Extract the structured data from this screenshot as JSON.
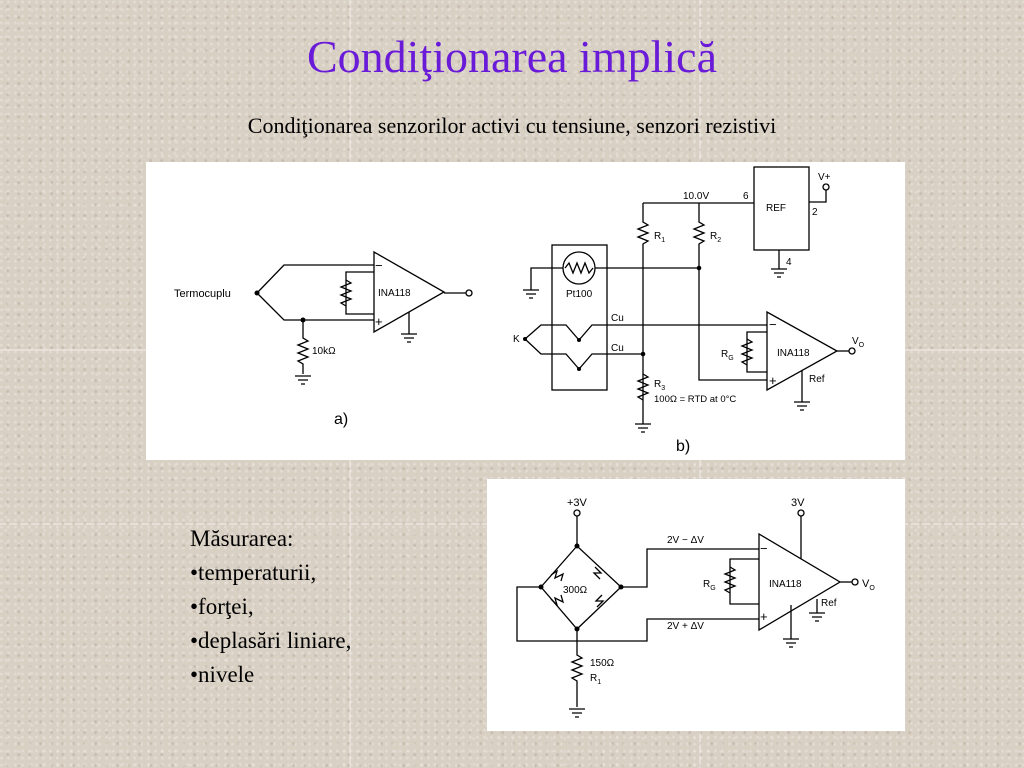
{
  "slide": {
    "title": "Condiţionarea implică",
    "subtitle": "Condiţionarea senzorilor activi cu tensiune, senzori rezistivi"
  },
  "diagram_a": {
    "input_label": "Termocuplu",
    "amp_label": "INA118",
    "resistor_label": "10kΩ",
    "caption": "a)",
    "minus": "−",
    "plus": "+"
  },
  "diagram_b": {
    "voltage_label": "10.0V",
    "ref_label": "REF",
    "pin6": "6",
    "pin2": "2",
    "pin4": "4",
    "vplus": "V+",
    "r1": "R",
    "r1_sub": "1",
    "r2": "R",
    "r2_sub": "2",
    "r3": "R",
    "r3_sub": "3",
    "pt_label": "Pt100",
    "cu1": "Cu",
    "cu2": "Cu",
    "k_label": "K",
    "rtd_label": "100Ω = RTD at 0°C",
    "rg": "R",
    "rg_sub": "G",
    "amp_label": "INA118",
    "vo": "V",
    "vo_sub": "O",
    "ref_pin": "Ref",
    "caption": "b)",
    "minus": "−",
    "plus": "+"
  },
  "diagram_c": {
    "supply_bridge": "+3V",
    "supply_amp": "3V",
    "bridge_r": "300Ω",
    "top_signal": "2V − ΔV",
    "bottom_signal": "2V + ΔV",
    "rg": "R",
    "rg_sub": "G",
    "amp_label": "INA118",
    "vo": "V",
    "vo_sub": "O",
    "ref_pin": "Ref",
    "r1_value": "150Ω",
    "r1": "R",
    "r1_sub": "1",
    "minus": "−",
    "plus": "+"
  },
  "measurement": {
    "heading": "Măsurarea:",
    "items": [
      "•temperaturii,",
      "•forţei,",
      "•deplasări liniare,",
      "•nivele"
    ]
  }
}
